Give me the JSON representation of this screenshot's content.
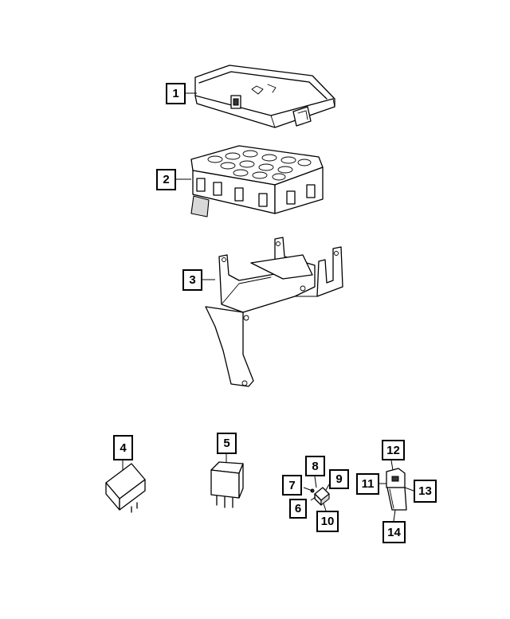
{
  "parts": [
    {
      "callout": "1",
      "icon": "fuse-box-cover-icon"
    },
    {
      "callout": "2",
      "icon": "power-distribution-center-icon"
    },
    {
      "callout": "3",
      "icon": "mounting-bracket-icon"
    },
    {
      "callout": "4",
      "icon": "relay-cube-icon"
    },
    {
      "callout": "5",
      "icon": "mini-relay-icon"
    },
    {
      "callout": "6"
    },
    {
      "callout": "7"
    },
    {
      "callout": "8"
    },
    {
      "callout": "9"
    },
    {
      "callout": "10",
      "icon": "mini-fuse-icon"
    },
    {
      "callout": "11"
    },
    {
      "callout": "12"
    },
    {
      "callout": "13"
    },
    {
      "callout": "14",
      "icon": "cartridge-fuse-icon"
    }
  ],
  "colors": {
    "line": "#000000",
    "fill": "#ffffff",
    "shade": "#d8d8d8"
  }
}
